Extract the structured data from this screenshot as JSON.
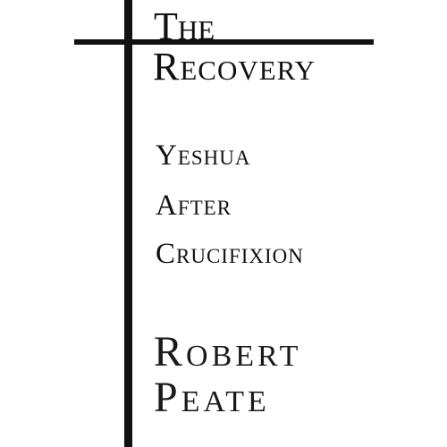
{
  "cover": {
    "title_lines": [
      "The",
      "Recovery"
    ],
    "subtitle_lines": [
      "Yeshua",
      "After",
      "Crucifixion"
    ],
    "author_lines": [
      "Robert",
      "Peate"
    ],
    "colors": {
      "background": "#ffffff",
      "ink": "#111111"
    },
    "icon": "cross-icon"
  }
}
